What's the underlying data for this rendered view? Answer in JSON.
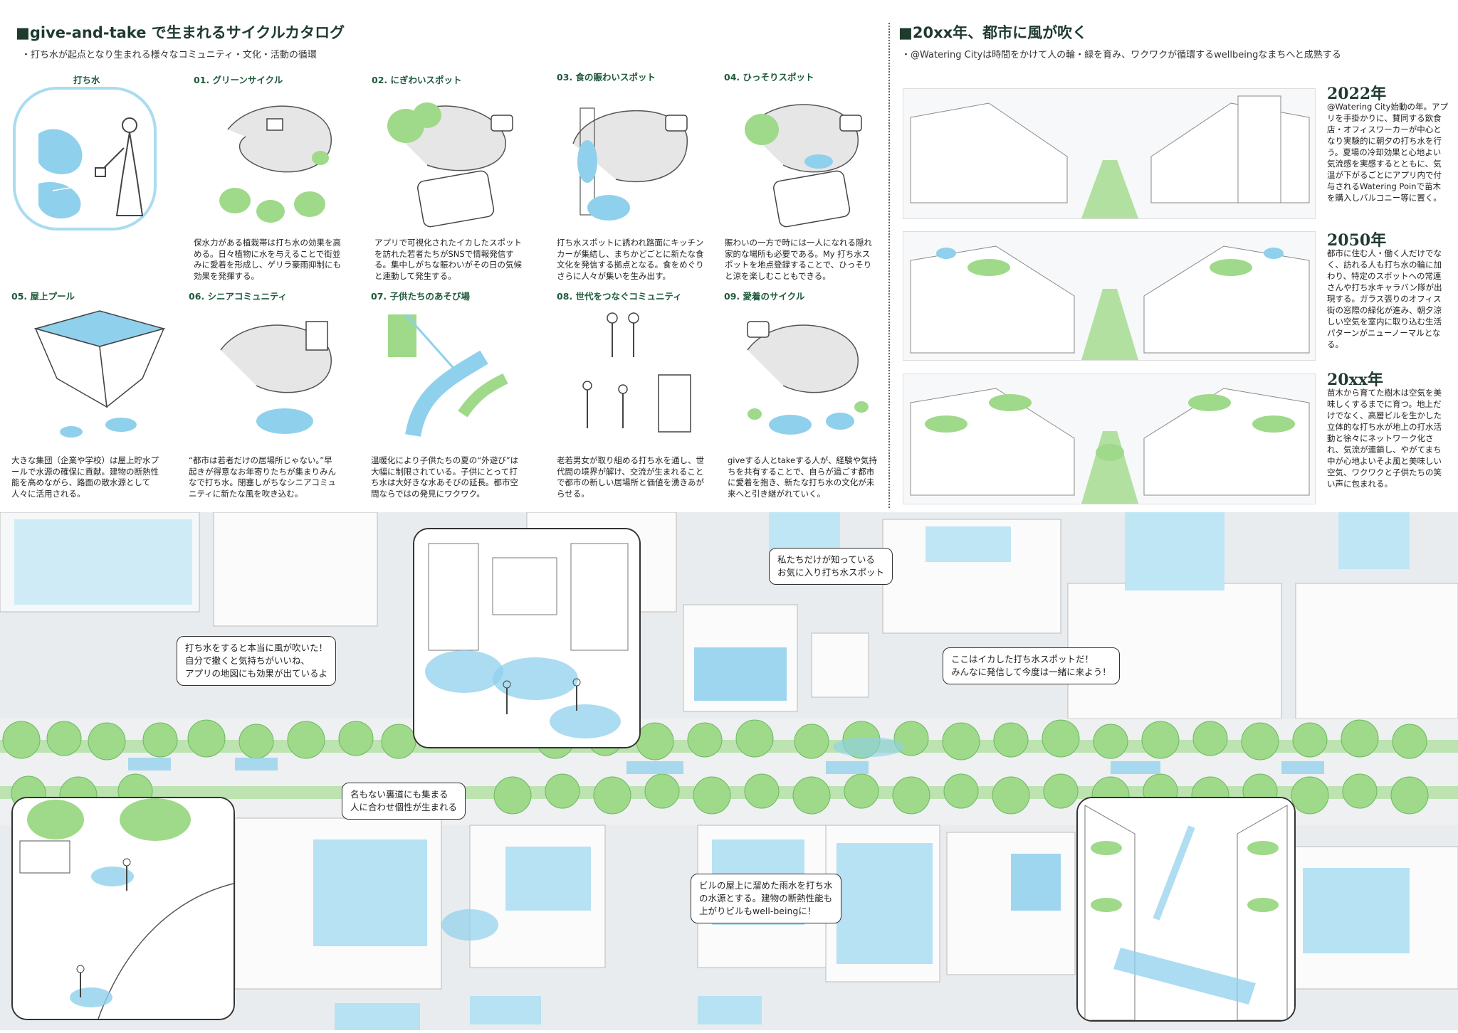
{
  "left_section": {
    "title": "■give-and-take で生まれるサイクルカタログ",
    "subtitle": "・打ち水が起点となり生まれる様々なコミュニティ・文化・活動の循環",
    "start_label": "打ち水",
    "items": [
      {
        "title": "01. グリーンサイクル",
        "desc": "保水力がある植栽帯は打ち水の効果を高める。日々植物に水を与えることで街並みに愛着を形成し、ゲリラ豪雨抑制にも効果を発揮する。"
      },
      {
        "title": "02. にぎわいスポット",
        "desc": "アプリで可視化されたイカしたスポットを訪れた若者たちがSNSで情報発信する。集中しがちな賑わいがその日の気候と連動して発生する。"
      },
      {
        "title": "03. 食の賑わいスポット",
        "desc": "打ち水スポットに誘われ路面にキッチンカーが集結し、まちかどごとに新たな食文化を発信する拠点となる。食をめぐりさらに人々が集いを生み出す。"
      },
      {
        "title": "04. ひっそりスポット",
        "desc": "賑わいの一方で時には一人になれる隠れ家的な場所も必要である。My 打ち水スポットを地点登録することで、ひっそりと涼を楽しむこともできる。"
      },
      {
        "title": "05. 屋上プール",
        "desc": "大きな集団（企業や学校）は屋上貯水プールで水源の確保に貢献。建物の断熱性能を高めながら、路面の散水源として人々に活用される。"
      },
      {
        "title": "06. シニアコミュニティ",
        "desc": "“都市は若者だけの居場所じゃない。”早起きが得意なお年寄りたちが集まりみんなで打ち水。閉塞しがちなシニアコミュニティに新たな風を吹き込む。"
      },
      {
        "title": "07. 子供たちのあそび場",
        "desc": "温暖化により子供たちの夏の“外遊び”は大幅に制限されている。子供にとって打ち水は大好きな水あそびの延長。都市空間ならではの発見にワクワク。"
      },
      {
        "title": "08. 世代をつなぐコミュニティ",
        "desc": "老若男女が取り組める打ち水を通し、世代間の境界が解け、交流が生まれることで都市の新しい居場所と価値を湧きあがらせる。"
      },
      {
        "title": "09. 愛着のサイクル",
        "desc": "giveする人とtakeする人が、経験や気持ちを共有することで、自らが過ごす都市に愛着を抱き、新たな打ち水の文化が未来へと引き継がれていく。"
      }
    ]
  },
  "right_section": {
    "title": "■20xx年、都市に風が吹く",
    "subtitle": "・@Watering Cityは時間をかけて人の輪・緑を育み、ワクワクが循環するwellbeingなまちへと成熟する",
    "timeline": [
      {
        "year": "2022年",
        "desc": "@Watering City始動の年。アプリを手掛かりに、賛同する飲食店・オフィスワーカーが中心となり実験的に朝夕の打ち水を行う。夏場の冷却効果と心地よい気流感を実感するとともに、気温が下がるごとにアプリ内で付与されるWatering Poinで苗木を購入しバルコニー等に置く。"
      },
      {
        "year": "2050年",
        "desc": "都市に住む人・働く人だけでなく、訪れる人も打ち水の輪に加わり、特定のスポットへの常連さんや打ち水キャラバン隊が出現する。ガラス張りのオフィス街の窓際の緑化が進み、朝夕涼しい空気を室内に取り込む生活パターンがニューノーマルとなる。"
      },
      {
        "year": "20xx年",
        "desc": "苗木から育てた樹木は空気を美味しくするまでに育つ。地上だけでなく、高層ビルを生かした立体的な打ち水が地上の打水活動と徐々にネットワーク化され、気流が連鎖し、やがてまち中が心地よいそよ風と美味しい空気、ワクワクと子供たちの笑い声に包まれる。"
      }
    ]
  },
  "bubbles": {
    "b1": [
      "打ち水をすると本当に風が吹いた！",
      "自分で撒くと気持ちがいいね、",
      "アプリの地図にも効果が出ているよ"
    ],
    "b2": [
      "私たちだけが知っている",
      "お気に入り打ち水スポット"
    ],
    "b3": [
      "ここはイカした打ち水スポットだ！",
      "みんなに発信して今度は一緒に来よう！"
    ],
    "b4": [
      "名もない裏道にも集まる",
      "人に合わせ個性が生まれる"
    ],
    "b5": [
      "ビルの屋上に溜めた雨水を打ち水",
      "の水源とする。建物の断熱性能も",
      "上がりビルもwell-beingに！"
    ]
  },
  "colors": {
    "green": "#9fd98a",
    "green_dark": "#5fb356",
    "water": "#8fd0ec",
    "ink": "#333333",
    "title": "#1f3b2e"
  }
}
